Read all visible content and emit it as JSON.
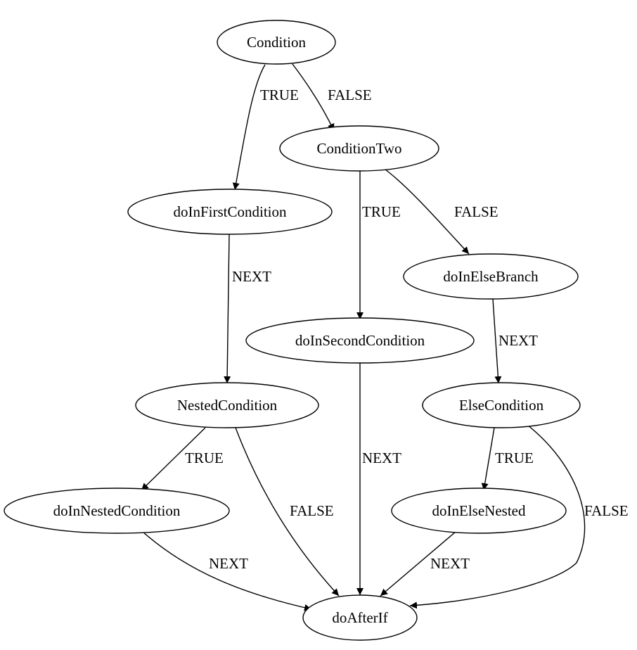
{
  "nodes": {
    "condition": "Condition",
    "condition_two": "ConditionTwo",
    "do_in_first_condition": "doInFirstCondition",
    "do_in_else_branch": "doInElseBranch",
    "do_in_second_condition": "doInSecondCondition",
    "nested_condition": "NestedCondition",
    "else_condition": "ElseCondition",
    "do_in_nested_condition": "doInNestedCondition",
    "do_in_else_nested": "doInElseNested",
    "do_after_if": "doAfterIf"
  },
  "edges": {
    "condition_true": "TRUE",
    "condition_false": "FALSE",
    "condition_two_true": "TRUE",
    "condition_two_false": "FALSE",
    "first_next": "NEXT",
    "else_branch_next": "NEXT",
    "nested_true": "TRUE",
    "nested_false": "FALSE",
    "second_next": "NEXT",
    "else_condition_true": "TRUE",
    "else_condition_false": "FALSE",
    "nested_condition_next": "NEXT",
    "else_nested_next": "NEXT"
  }
}
